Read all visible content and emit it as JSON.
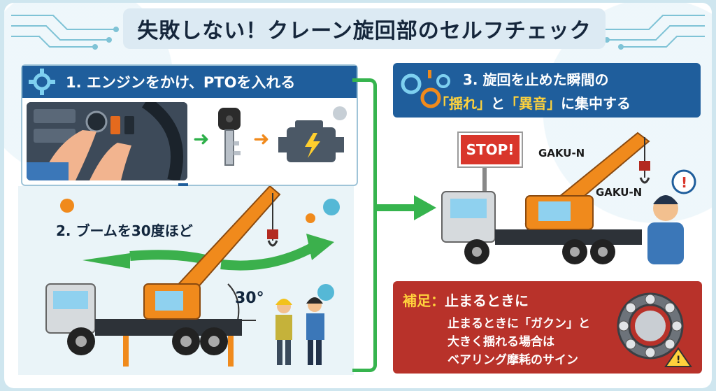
{
  "title": "失敗しない！クレーン旋回部のセルフチェック",
  "step1": {
    "label": "1. エンジンをかけ、PTOを入れる"
  },
  "step2": {
    "label": "2. ブームを30度ほど",
    "angle_label": "30°"
  },
  "step3": {
    "line1": "3. 旋回を止めた瞬間の",
    "q1": "「揺れ」",
    "and": "と",
    "q2": "「異音」",
    "tail": "に集中する"
  },
  "stop": "STOP!",
  "sound1": "GAKU-N",
  "sound2": "GAKU-N",
  "supplement": {
    "header": "補足：",
    "title": "止まるときに",
    "lines": [
      "止まるときに「ガクン」と",
      "大きく揺れる場合は",
      "ベアリング摩耗のサイン"
    ]
  },
  "colors": {
    "navy": "#1f5e9c",
    "green": "#36b44e",
    "orange": "#f08a1c",
    "red": "#b8322a",
    "yellow": "#ffd23c"
  }
}
